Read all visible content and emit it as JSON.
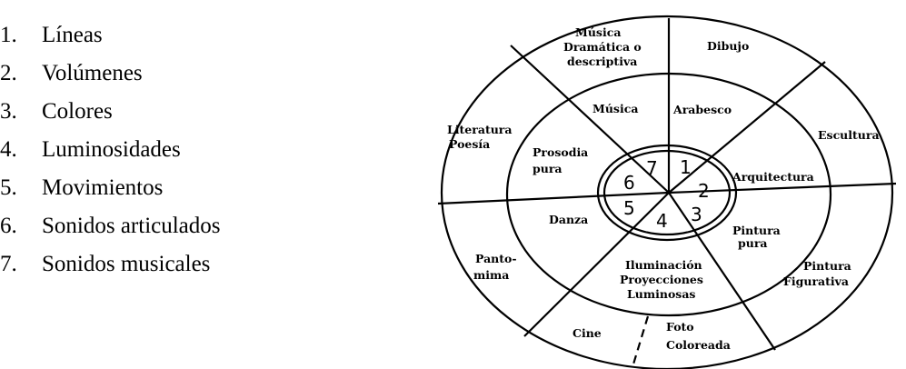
{
  "legend": [
    {
      "n": "1.",
      "text": "Líneas"
    },
    {
      "n": "2.",
      "text": "Volúmenes"
    },
    {
      "n": "3.",
      "text": "Colores"
    },
    {
      "n": "4.",
      "text": "Luminosidades"
    },
    {
      "n": "5.",
      "text": "Movimientos"
    },
    {
      "n": "6.",
      "text": "Sonidos articulados"
    },
    {
      "n": "7.",
      "text": "Sonidos musicales"
    }
  ],
  "inner": {
    "1": "1",
    "2": "2",
    "3": "3",
    "4": "4",
    "5": "5",
    "6": "6",
    "7": "7"
  },
  "middle": {
    "musica": "Música",
    "arabesco": "Arabesco",
    "arquitectura": "Arquitectura",
    "pintura_pura": [
      "Pintura",
      "pura"
    ],
    "iluminacion": [
      "Iluminación",
      "Proyecciones",
      "Luminosas"
    ],
    "danza": "Danza",
    "prosodia_pura": [
      "Prosodia",
      "pura"
    ]
  },
  "outer": {
    "musica_dramatica": [
      "Música",
      "Dramática o",
      "descriptiva"
    ],
    "dibujo": "Dibujo",
    "escultura": "Escultura",
    "pintura_figurativa": [
      "Pintura",
      "Figurativa"
    ],
    "foto_coloreada": [
      "Foto",
      "Coloreada"
    ],
    "cine": "Cine",
    "pantomima": [
      "Panto-",
      "mima"
    ],
    "literatura_poesia": [
      "Literatura",
      "Poesía"
    ]
  }
}
